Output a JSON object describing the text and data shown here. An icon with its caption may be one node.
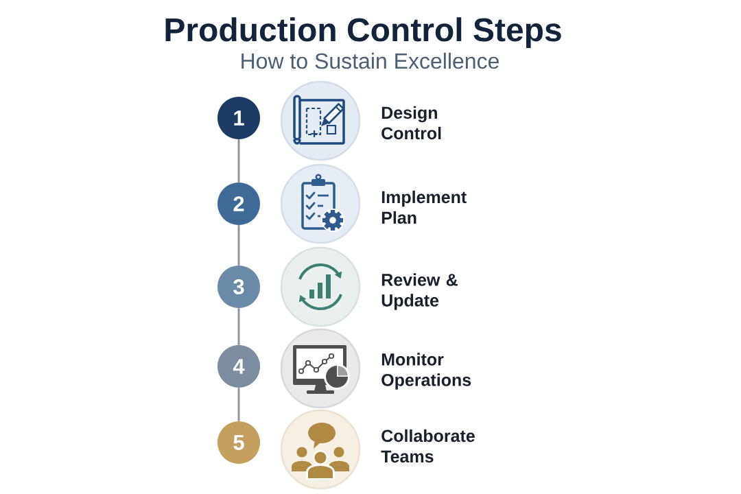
{
  "diagram": {
    "title": "Production Control Steps",
    "nodes": [
      {
        "text": [
          "1"
        ]
      },
      {
        "text": [],
        "shape": "circle",
        "beside": [
          "Design Control"
        ]
      },
      {
        "text": [
          "2"
        ]
      },
      {
        "text": [],
        "shape": "circle",
        "beside": [
          "Implement Plan"
        ]
      },
      {
        "text": [
          "3"
        ]
      },
      {
        "text": [],
        "shape": "circle",
        "beside": [
          "Review & Update"
        ]
      },
      {
        "text": [
          "4"
        ]
      },
      {
        "text": [],
        "shape": "circle",
        "beside": [
          "Monitor Operations"
        ]
      },
      {
        "text": [
          "5"
        ]
      },
      {
        "text": [],
        "shape": "circle",
        "beside": [
          "Collaborate Teams"
        ]
      }
    ],
    "edges": [
      {
        "from": 0,
        "to": 2,
        "arrow": "none"
      },
      {
        "from": 2,
        "to": 4,
        "arrow": "none"
      },
      {
        "from": 4,
        "to": 6,
        "arrow": "none"
      },
      {
        "from": 6,
        "to": 8,
        "arrow": "none"
      }
    ],
    "labels": [
      "How to Sustain Excellence"
    ]
  }
}
